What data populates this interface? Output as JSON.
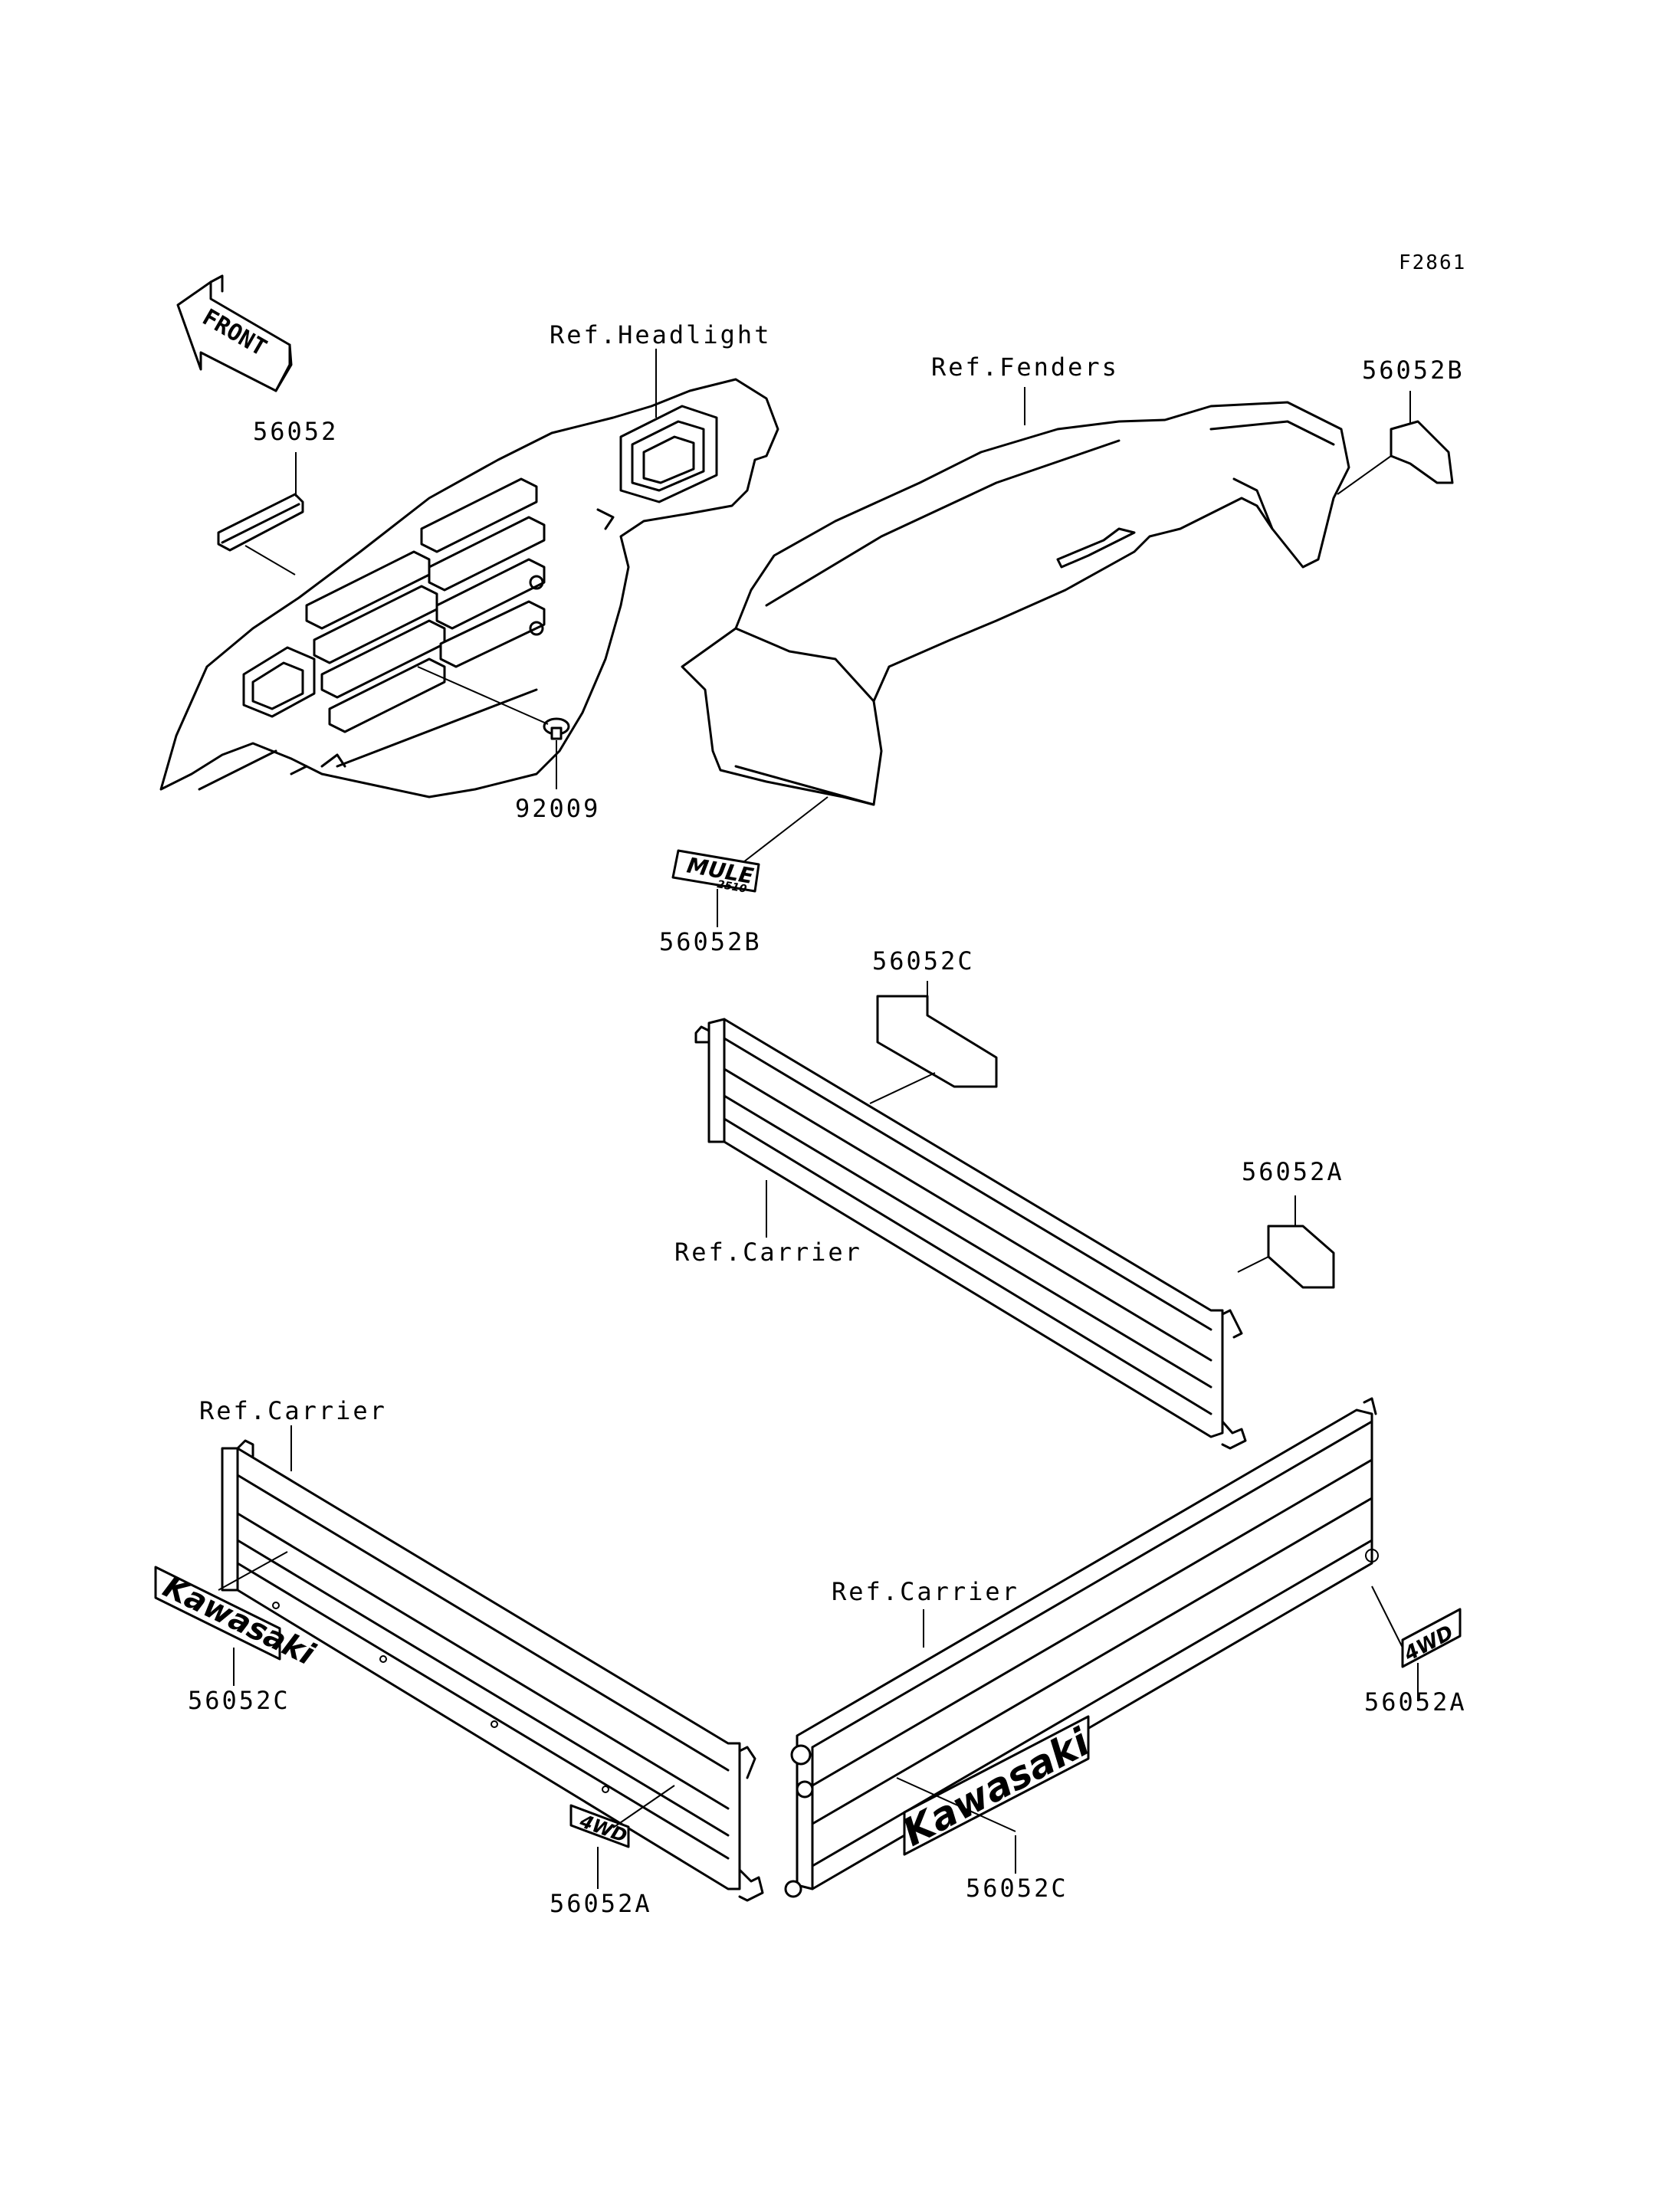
{
  "figure_code": "F2861",
  "front_arrow": "FRONT",
  "labels": {
    "ref_headlight": "Ref.Headlight",
    "ref_fenders": "Ref.Fenders",
    "ref_carrier_1": "Ref.Carrier",
    "ref_carrier_2": "Ref.Carrier",
    "ref_carrier_3": "Ref.Carrier"
  },
  "parts": {
    "p56052": "56052",
    "p92009": "92009",
    "p56052B_1": "56052B",
    "p56052B_2": "56052B",
    "p56052C_1": "56052C",
    "p56052C_2": "56052C",
    "p56052C_3": "56052C",
    "p56052A_1": "56052A",
    "p56052A_2": "56052A",
    "p56052A_3": "56052A"
  },
  "decals": {
    "mule": "MULE",
    "mule_sub": "2510",
    "kawasaki_1": "Kawasaki",
    "kawasaki_2": "Kawasaki",
    "fourwd_1": "4WD",
    "fourwd_2": "4WD"
  }
}
